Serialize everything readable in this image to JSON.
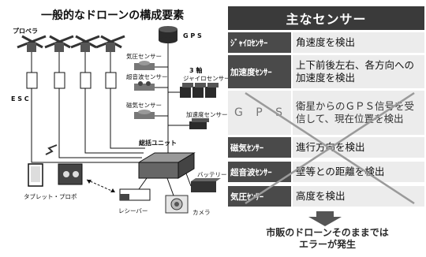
{
  "diagram": {
    "title": "一般的なドローンの構成要素",
    "labels": {
      "gps": "G P S",
      "propeller": "プロペラ",
      "esc": "E S C",
      "pressure_sensor": "気圧センサー",
      "ultrasonic_sensor": "超音波センサー",
      "gyro_sensor_line1": "3 軸",
      "gyro_sensor_line2": "ジャイロセンサー",
      "magnetic_sensor": "磁気センサー",
      "accel_sensor": "加速度センサー",
      "control_unit": "総括ユニット",
      "battery": "バッテリー",
      "tablet_propo": "タブレット・プロポ",
      "receiver": "レシーバー",
      "camera": "カメラ"
    }
  },
  "sensor_table": {
    "title": "主なセンサー",
    "rows": [
      {
        "sensor": "ｼﾞｬｲﾛｾﾝｻｰ",
        "function": "角速度を検出"
      },
      {
        "sensor": "加速度ｾﾝｻｰ",
        "function": "上下前後左右、各方向への加速度を検出"
      },
      {
        "sensor": "G P S",
        "function": "衛星からのＧＰＳ信号を受信して、現在位置を検出"
      },
      {
        "sensor": "磁気ｾﾝｻｰ",
        "function": "進行方向を検出"
      },
      {
        "sensor": "超音波ｾﾝｻｰ",
        "function": "壁等との距離を検出"
      },
      {
        "sensor": "気圧ｾﾝｻｰ",
        "function": "高度を検出"
      }
    ]
  },
  "conclusion": {
    "line1": "市販のドローンそのままでは",
    "line2": "エラーが発生"
  },
  "colors": {
    "header_bg": "#3a3a3a",
    "sensor_cell_bg": "#4a4a4a",
    "value_cell_bg": "#ececec",
    "cross_color": "#9a9a9a",
    "arrow_color": "#555555"
  }
}
